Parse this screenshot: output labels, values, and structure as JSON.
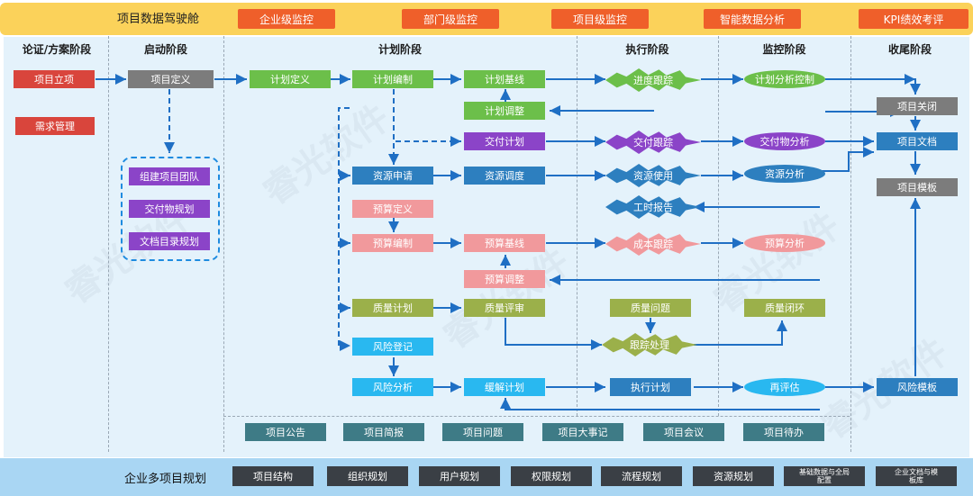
{
  "header": {
    "title": "项目数据驾驶舱",
    "tabs": [
      "企业级监控",
      "部门级监控",
      "项目级监控",
      "智能数据分析",
      "KPI绩效考评"
    ]
  },
  "phases": [
    "论证/方案阶段",
    "启动阶段",
    "计划阶段",
    "执行阶段",
    "监控阶段",
    "收尾阶段"
  ],
  "nodes": {
    "project_approval": "项目立项",
    "demand_mgmt": "需求管理",
    "project_definition": "项目定义",
    "build_team": "组建项目团队",
    "deliverable_planning": "交付物规划",
    "doc_catalog_planning": "文档目录规划",
    "plan_definition": "计划定义",
    "plan_compile": "计划编制",
    "plan_baseline": "计划基线",
    "plan_adjust": "计划调整",
    "delivery_plan": "交付计划",
    "resource_request": "资源申请",
    "resource_dispatch": "资源调度",
    "budget_definition": "预算定义",
    "budget_compile": "预算编制",
    "budget_baseline": "预算基线",
    "budget_adjust": "预算调整",
    "quality_plan": "质量计划",
    "quality_review": "质量评审",
    "risk_register": "风险登记",
    "risk_analysis": "风险分析",
    "mitigation_plan": "缓解计划",
    "progress_tracking": "进度跟踪",
    "delivery_tracking": "交付跟踪",
    "resource_usage": "资源使用",
    "timesheet": "工时报告",
    "cost_tracking": "成本跟踪",
    "quality_issue": "质量问题",
    "tracking_handling": "跟踪处理",
    "execute_plan": "执行计划",
    "plan_analysis_control": "计划分析控制",
    "deliverable_analysis": "交付物分析",
    "resource_analysis": "资源分析",
    "budget_analysis": "预算分析",
    "quality_closure": "质量闭环",
    "re_evaluate": "再评估",
    "project_close": "项目关闭",
    "project_docs": "项目文档",
    "project_template": "项目模板",
    "risk_template": "风险模板"
  },
  "info_strip": [
    "项目公告",
    "项目简报",
    "项目问题",
    "项目大事记",
    "项目会议",
    "项目待办"
  ],
  "footer": {
    "title": "企业多项目规划",
    "buttons": [
      "项目结构",
      "组织规划",
      "用户规划",
      "权限规划",
      "流程规划",
      "资源规划",
      "基础数据与全局配置",
      "企业文档与模板库"
    ]
  },
  "watermark": "睿光软件"
}
